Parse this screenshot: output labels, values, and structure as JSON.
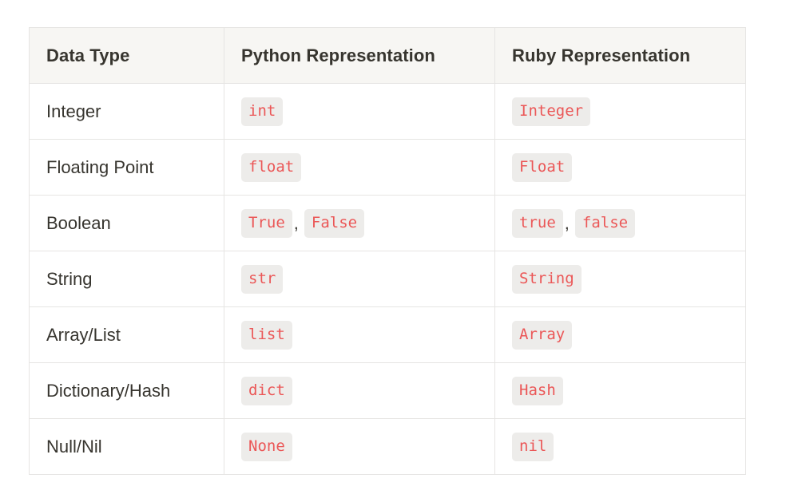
{
  "colors": {
    "text": "#37352f",
    "code_text": "#eb5757",
    "code_bg": "#edecea",
    "header_bg": "#f7f6f3",
    "border": "#e6e5e3",
    "page_bg": "#ffffff"
  },
  "table": {
    "headers": [
      "Data Type",
      "Python Representation",
      "Ruby Representation"
    ],
    "comma": ",",
    "rows": [
      {
        "type": "Integer",
        "python": [
          "int"
        ],
        "ruby": [
          "Integer"
        ]
      },
      {
        "type": "Floating Point",
        "python": [
          "float"
        ],
        "ruby": [
          "Float"
        ]
      },
      {
        "type": "Boolean",
        "python": [
          "True",
          "False"
        ],
        "ruby": [
          "true",
          "false"
        ]
      },
      {
        "type": "String",
        "python": [
          "str"
        ],
        "ruby": [
          "String"
        ]
      },
      {
        "type": "Array/List",
        "python": [
          "list"
        ],
        "ruby": [
          "Array"
        ]
      },
      {
        "type": "Dictionary/Hash",
        "python": [
          "dict"
        ],
        "ruby": [
          "Hash"
        ]
      },
      {
        "type": "Null/Nil",
        "python": [
          "None"
        ],
        "ruby": [
          "nil"
        ]
      }
    ]
  }
}
